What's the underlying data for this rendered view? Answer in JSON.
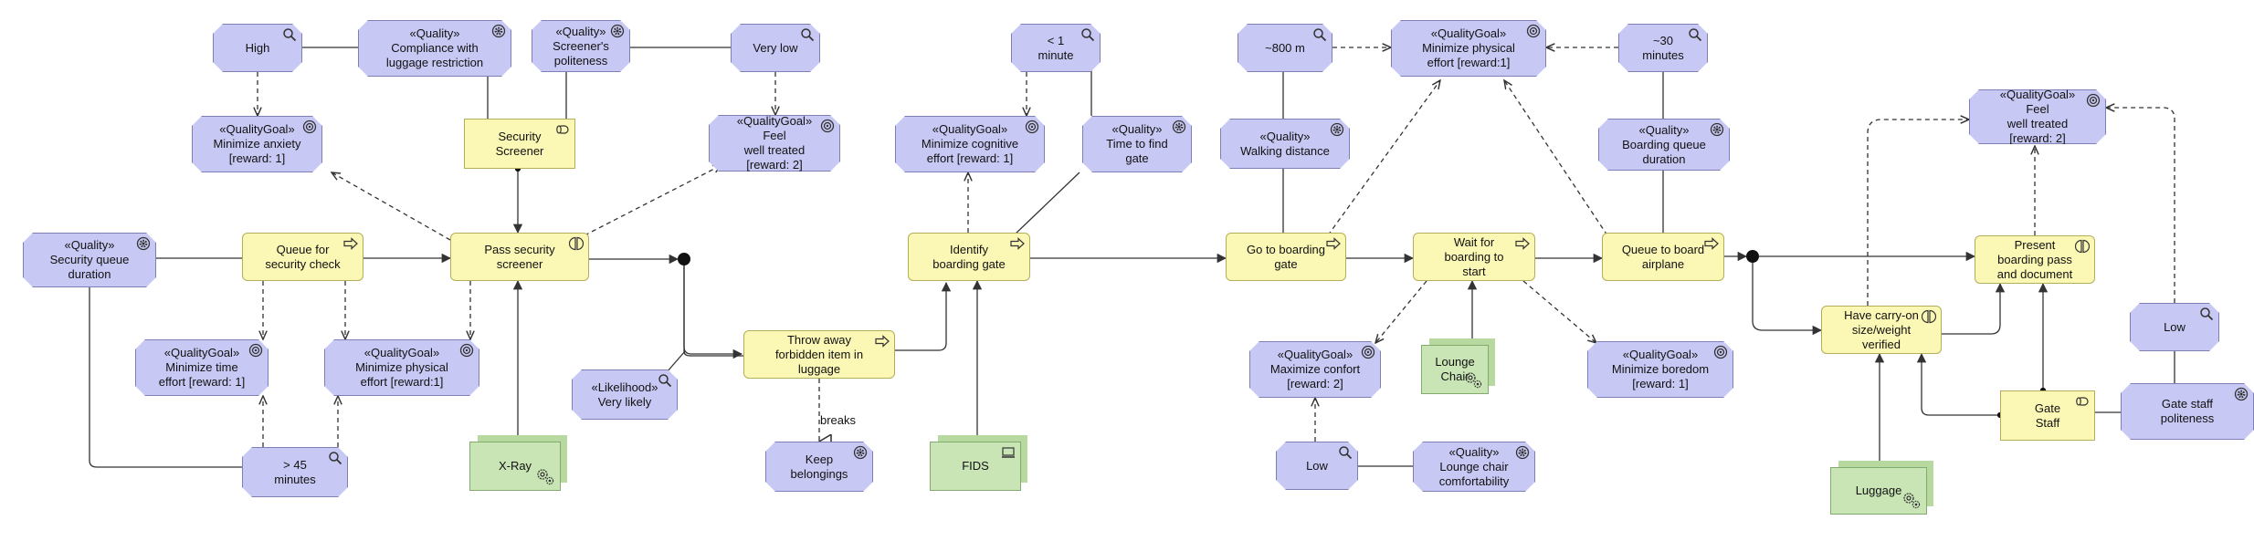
{
  "colors": {
    "quality": "#c8c8f4",
    "process": "#fbf7b4",
    "device": "#c9e5b6",
    "stroke": "#333333"
  },
  "nodes": {
    "high": {
      "label": "High",
      "icon": "search-icon"
    },
    "compliance": {
      "label": "«Quality»\nCompliance with\nluggage restriction",
      "icon": "gear-icon"
    },
    "screener_politeness": {
      "label": "«Quality»\nScreener's\npoliteness",
      "icon": "gear-icon"
    },
    "very_low": {
      "label": "Very low",
      "icon": "search-icon"
    },
    "less1min": {
      "label": "< 1\nminute",
      "icon": "search-icon"
    },
    "m800": {
      "label": "~800 m",
      "icon": "search-icon"
    },
    "goal_phys_top": {
      "label": "«QualityGoal»\nMinimize physical\neffort [reward:1]",
      "icon": "target-icon"
    },
    "min30": {
      "label": "~30\nminutes",
      "icon": "search-icon"
    },
    "goal_anxiety": {
      "label": "«QualityGoal»\nMinimize anxiety\n[reward: 1]",
      "icon": "target-icon"
    },
    "security_screener": {
      "label": "Security\nScreener",
      "icon": "role-icon"
    },
    "goal_feel1": {
      "label": "«QualityGoal» Feel\nwell treated\n[reward: 2]",
      "icon": "target-icon"
    },
    "goal_cognitive": {
      "label": "«QualityGoal»\nMinimize cognitive\neffort [reward: 1]",
      "icon": "target-icon"
    },
    "time_find_gate": {
      "label": "«Quality»\nTime to find\ngate",
      "icon": "gear-icon"
    },
    "walking_distance": {
      "label": "«Quality»\nWalking distance",
      "icon": "gear-icon"
    },
    "boarding_queue": {
      "label": "«Quality»\nBoarding queue\nduration",
      "icon": "gear-icon"
    },
    "goal_feel2": {
      "label": "«QualityGoal» Feel\nwell treated\n[reward: 2]",
      "icon": "target-icon"
    },
    "security_queue": {
      "label": "«Quality»\nSecurity queue\nduration",
      "icon": "gear-icon"
    },
    "queue_security": {
      "label": "Queue for\nsecurity check",
      "icon": "process-icon"
    },
    "pass_security": {
      "label": "Pass security\nscreener",
      "icon": "interaction-icon"
    },
    "identify_gate": {
      "label": "Identify\nboarding gate",
      "icon": "process-icon"
    },
    "go_gate": {
      "label": "Go to boarding\ngate",
      "icon": "process-icon"
    },
    "wait_boarding": {
      "label": "Wait for\nboarding to\nstart",
      "icon": "process-icon"
    },
    "queue_board": {
      "label": "Queue to board\nairplane",
      "icon": "process-icon"
    },
    "present_pass": {
      "label": "Present\nboarding pass\nand document",
      "icon": "interaction-icon"
    },
    "goal_time": {
      "label": "«QualityGoal»\nMinimize time\neffort [reward: 1]",
      "icon": "target-icon"
    },
    "goal_phys2": {
      "label": "«QualityGoal»\nMinimize physical\neffort [reward:1]",
      "icon": "target-icon"
    },
    "throw_away": {
      "label": "Throw away\nforbidden item in\nluggage",
      "icon": "process-icon"
    },
    "likelihood": {
      "label": "«Likelihood»\nVery likely",
      "icon": "search-icon"
    },
    "goal_confort": {
      "label": "«QualityGoal»\nMaximize confort\n[reward: 2]",
      "icon": "target-icon"
    },
    "lounge_chair": {
      "label": "Lounge\nChair",
      "icon": "gears-icon"
    },
    "goal_boredom": {
      "label": "«QualityGoal»\nMinimize boredom\n[reward: 1]",
      "icon": "target-icon"
    },
    "carry_on": {
      "label": "Have carry-on\nsize/weight\nverified",
      "icon": "interaction-icon"
    },
    "low_right": {
      "label": "Low",
      "icon": "search-icon"
    },
    "gate_staff": {
      "label": "Gate\nStaff",
      "icon": "role-icon"
    },
    "gate_politeness": {
      "label": "Gate staff\npoliteness",
      "icon": "gear-icon"
    },
    "min45": {
      "label": "> 45\nminutes",
      "icon": "search-icon"
    },
    "xray": {
      "label": "X-Ray",
      "icon": "gears-icon"
    },
    "keep_belongings": {
      "label": "Keep\nbelongings",
      "icon": "gear-icon"
    },
    "fids": {
      "label": "FIDS",
      "icon": "monitor-icon"
    },
    "low_mid": {
      "label": "Low",
      "icon": "search-icon"
    },
    "lounge_comfort": {
      "label": "«Quality»\nLounge chair\ncomfortability",
      "icon": "gear-icon"
    },
    "luggage": {
      "label": "Luggage",
      "icon": "gears-icon"
    }
  },
  "edge_labels": {
    "breaks": "breaks",
    "influence": "--"
  }
}
